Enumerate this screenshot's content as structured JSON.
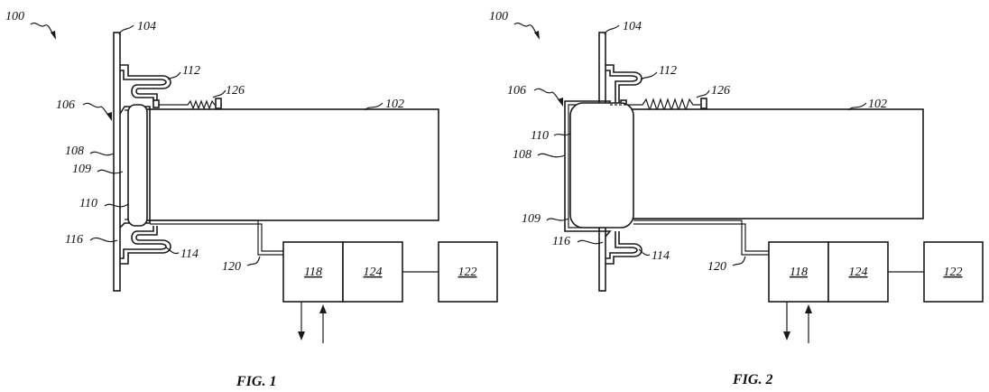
{
  "figures": [
    {
      "caption": "FIG. 1",
      "labels": {
        "ref_100": "100",
        "ref_104": "104",
        "ref_112": "112",
        "ref_126": "126",
        "ref_106": "106",
        "ref_102": "102",
        "ref_108": "108",
        "ref_109": "109",
        "ref_110": "110",
        "ref_116": "116",
        "ref_114": "114",
        "ref_120": "120",
        "ref_118": "118",
        "ref_124": "124",
        "ref_122": "122"
      }
    },
    {
      "caption": "FIG. 2",
      "labels": {
        "ref_100": "100",
        "ref_104": "104",
        "ref_112": "112",
        "ref_126": "126",
        "ref_106": "106",
        "ref_102": "102",
        "ref_110": "110",
        "ref_108": "108",
        "ref_109": "109",
        "ref_116": "116",
        "ref_114": "114",
        "ref_120": "120",
        "ref_118": "118",
        "ref_124": "124",
        "ref_122": "122"
      }
    }
  ]
}
